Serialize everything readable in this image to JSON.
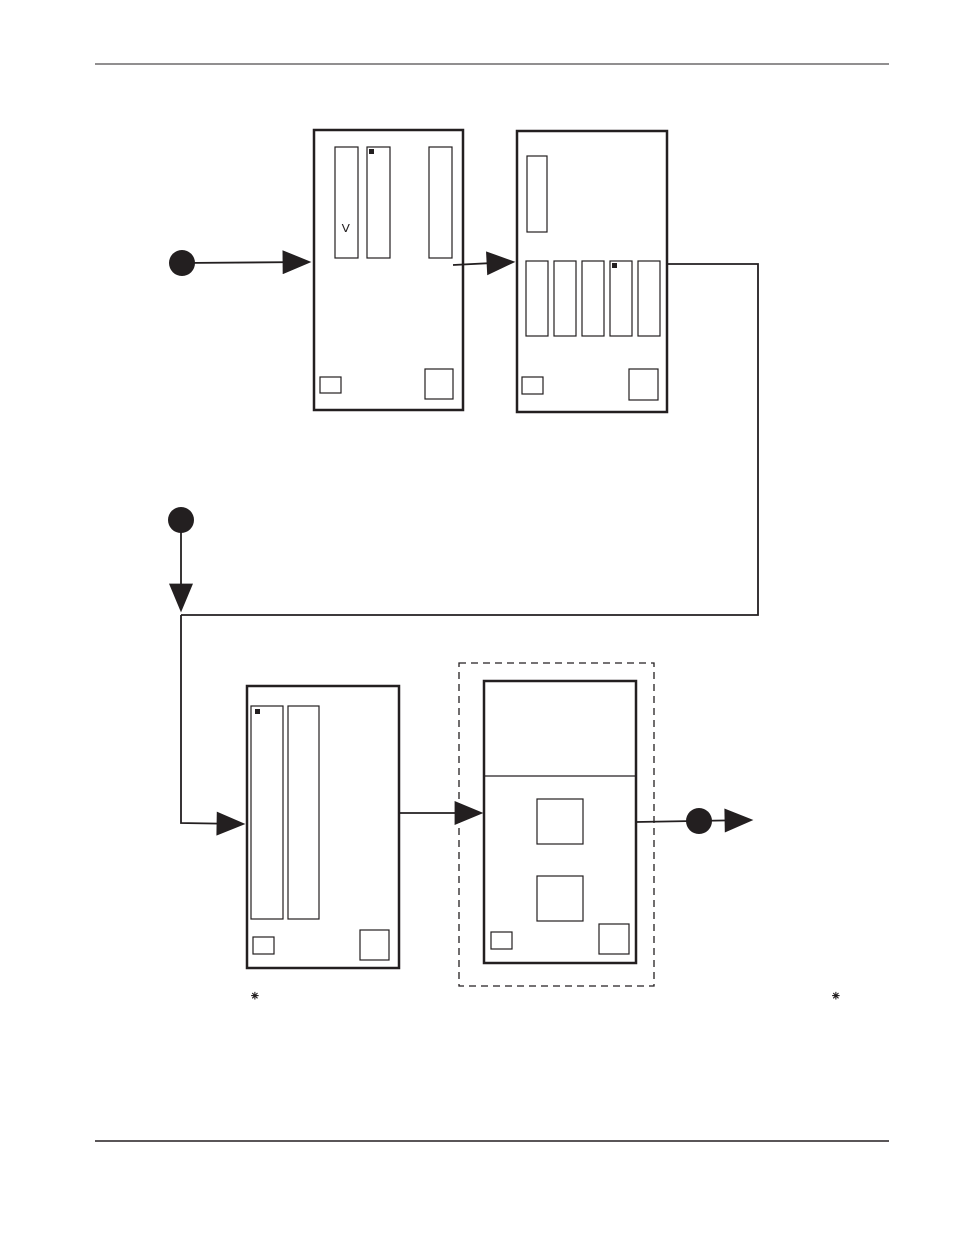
{
  "page": {
    "footnote_marks": {
      "left": "⁕",
      "right": "⁕"
    },
    "checkmark": "V"
  },
  "colors": {
    "ink": "#231f20",
    "paper": "#ffffff"
  },
  "icons": {
    "connector": "filled-circle",
    "arrow": "filled-triangle-arrowhead",
    "group": "dashed-rectangle"
  }
}
